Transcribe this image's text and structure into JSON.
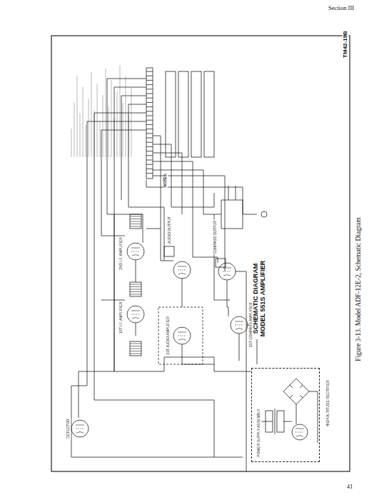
{
  "diagram": {
    "title": "SCHEMATIC DIAGRAM MODEL 551S AMPLIFIER",
    "caption": "Figure 3-13. Model ADF-12E-2, Schematic Diagram",
    "nodes": [
      {
        "text": [
          "POWER SUPPLY ASSEMBLY"
        ]
      }
    ],
    "labels": [
      "Section III",
      "TM42-19B",
      "41",
      "DETECTOR",
      "1ST I.F. AMPLIFIER",
      "2ND I.F. AMPLIFIER",
      "1ST AUDIO AMPLIFIER",
      "AUDIO OUTPUT",
      "COMPASS OUTPUT",
      "1ST COMPASS AMPLIFIER",
      "HIGH ALTITUDE RECTIFIER",
      "NOTES:"
    ]
  }
}
